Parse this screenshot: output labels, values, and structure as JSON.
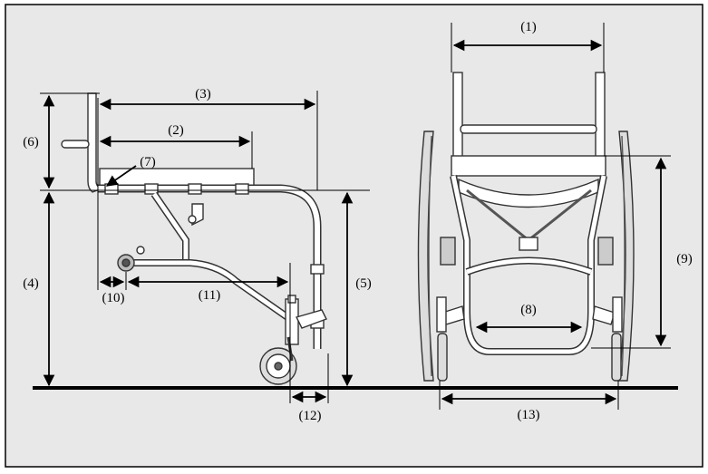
{
  "figure": {
    "labels": {
      "l1": "(1)",
      "l2": "(2)",
      "l3": "(3)",
      "l4": "(4)",
      "l5": "(5)",
      "l6": "(6)",
      "l7": "(7)",
      "l8": "(8)",
      "l9": "(9)",
      "l10": "(10)",
      "l11": "(11)",
      "l12": "(12)",
      "l13": "(13)"
    },
    "colors": {
      "background": "#e8e8e8",
      "line": "#000000",
      "frame": "#000000"
    }
  }
}
